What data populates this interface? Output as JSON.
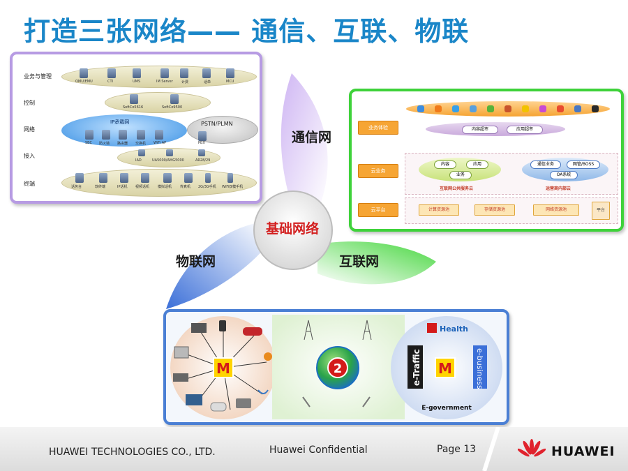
{
  "title": "打造三张网络—— 通信、互联、物联",
  "center": {
    "label": "基础网络"
  },
  "petals": {
    "telecom": "通信网",
    "internet": "互联网",
    "iot": "物联网"
  },
  "telecom_panel": {
    "rows": [
      {
        "label": "业务与管理",
        "items": [
          "OMU/EMU",
          "CTI",
          "UMS",
          "IM Server",
          "计费",
          "话单",
          "MCU"
        ]
      },
      {
        "label": "控制",
        "items": [
          "SoftCo5616",
          "SoftCo9500"
        ]
      },
      {
        "label": "网络",
        "cloud_ip": "IP承载网",
        "cloud_pstn": "PSTN/PLMN",
        "items": [
          "SBC",
          "防火墙",
          "路由器",
          "交换机",
          "WiFi AP",
          "PBX"
        ]
      },
      {
        "label": "接入",
        "items": [
          "IAD",
          "UA5000/AMG5000",
          "AR28/29"
        ]
      },
      {
        "label": "终端",
        "items": [
          "话务台",
          "软终端",
          "IP话机",
          "视频话机",
          "模拟话机",
          "传真机",
          "2G/3G手机",
          "WiFi双模手机"
        ]
      }
    ]
  },
  "internet_panel": {
    "rows": [
      {
        "label": "业务体验",
        "pills": [
          "内容超市",
          "应用超市"
        ]
      },
      {
        "label": "云业务",
        "pills_left": [
          "内容",
          "应用",
          "业务"
        ],
        "caption_left": "互联网公共服务云",
        "pills_right": [
          "通信业务",
          "网管/BOSS",
          "OA系统"
        ],
        "caption_right": "运营商内部云"
      },
      {
        "label": "云平台",
        "pills": [
          "计算资源池",
          "存储资源池",
          "网络资源池"
        ],
        "side": "平台"
      }
    ],
    "icon_colors": [
      "#3d8de0",
      "#f07a1a",
      "#38a0e8",
      "#5aa0dc",
      "#58b23a",
      "#c8532b",
      "#f2c200",
      "#c84ad3",
      "#e94b2f",
      "#4a78c2",
      "#2a2a2a"
    ]
  },
  "iot_panel": {
    "hub_letter": "M",
    "center_badge": "2",
    "right_labels": {
      "health": "Health",
      "traffic": "e-Traffic",
      "business": "e-business",
      "gov": "E-government"
    }
  },
  "footer": {
    "company": "HUAWEI TECHNOLOGIES CO., LTD.",
    "confidential": "Huawei Confidential",
    "page": "Page 13",
    "brand": "HUAWEI"
  },
  "colors": {
    "title": "#1a86c8",
    "telecom": "#b79be3",
    "internet": "#3ed23a",
    "iot": "#4a7fd4",
    "center_text": "#d32020",
    "huawei_red": "#e0222d"
  }
}
